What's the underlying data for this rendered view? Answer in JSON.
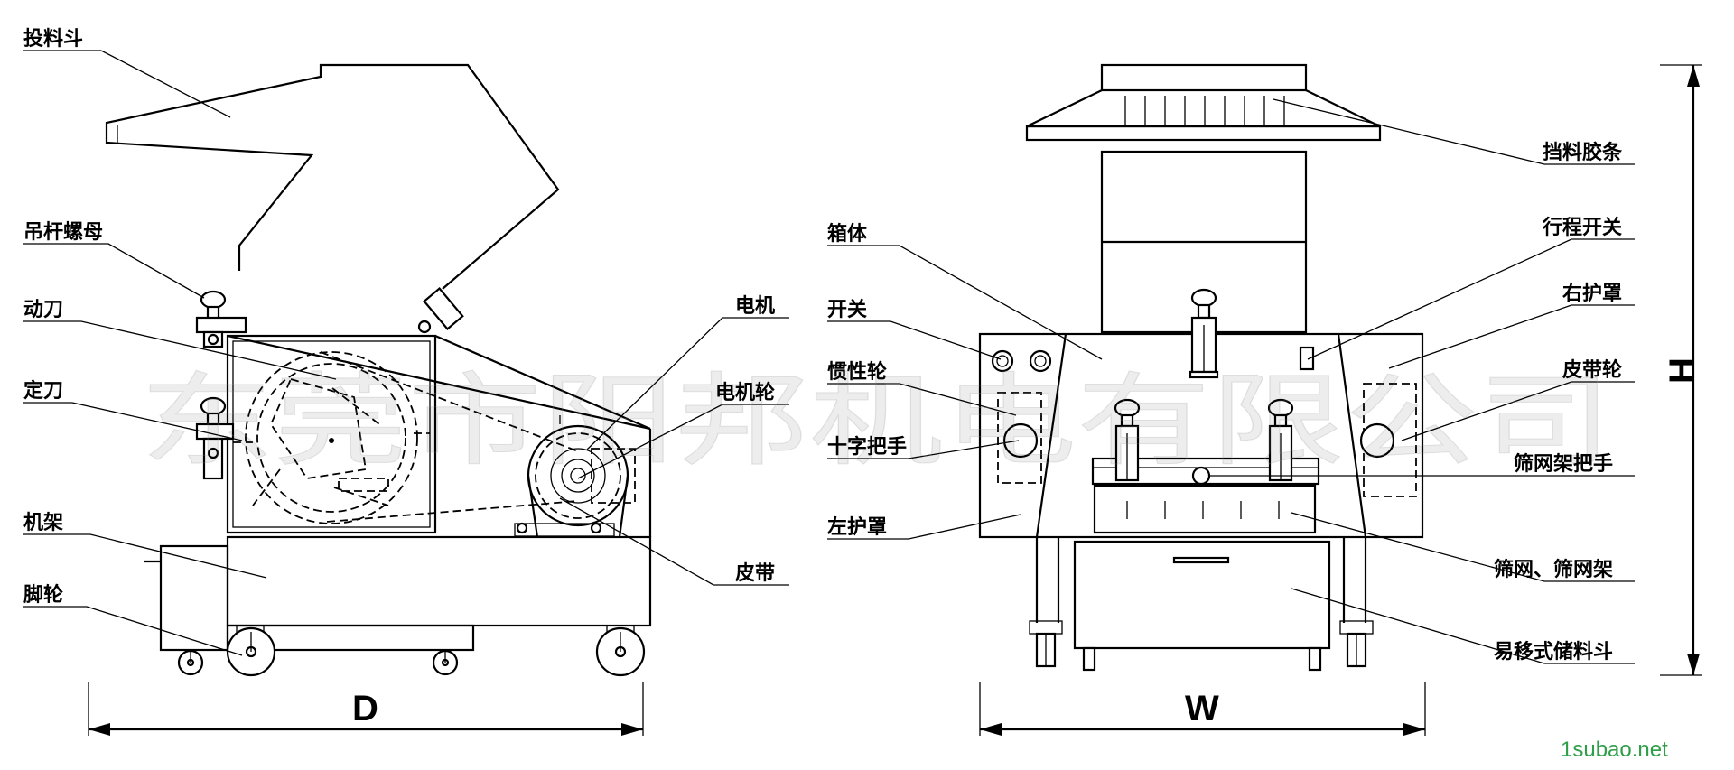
{
  "colors": {
    "line": "#000000",
    "background": "#ffffff",
    "watermark_site": "#2e9e48"
  },
  "left_view": {
    "labels": {
      "hopper": "投料斗",
      "hanger_nut": "吊杆螺母",
      "moving_blade": "动刀",
      "fixed_blade": "定刀",
      "frame": "机架",
      "caster": "脚轮",
      "motor": "电机",
      "motor_pulley": "电机轮",
      "belt": "皮带"
    },
    "dimension": "D"
  },
  "right_view": {
    "labels": {
      "rubber_strip": "挡料胶条",
      "cabinet": "箱体",
      "travel_switch": "行程开关",
      "right_guard": "右护罩",
      "switch": "开关",
      "flywheel": "惯性轮",
      "pulley": "皮带轮",
      "cross_handle": "十字把手",
      "screen_frame_handle": "筛网架把手",
      "left_guard": "左护罩",
      "screen_and_frame": "筛网、筛网架",
      "storage_hopper": "易移式储料斗"
    },
    "dimension_w": "W",
    "dimension_h": "H"
  },
  "watermark": {
    "company": "东莞市阳邦机电有限公司",
    "site": "1subao.net"
  }
}
